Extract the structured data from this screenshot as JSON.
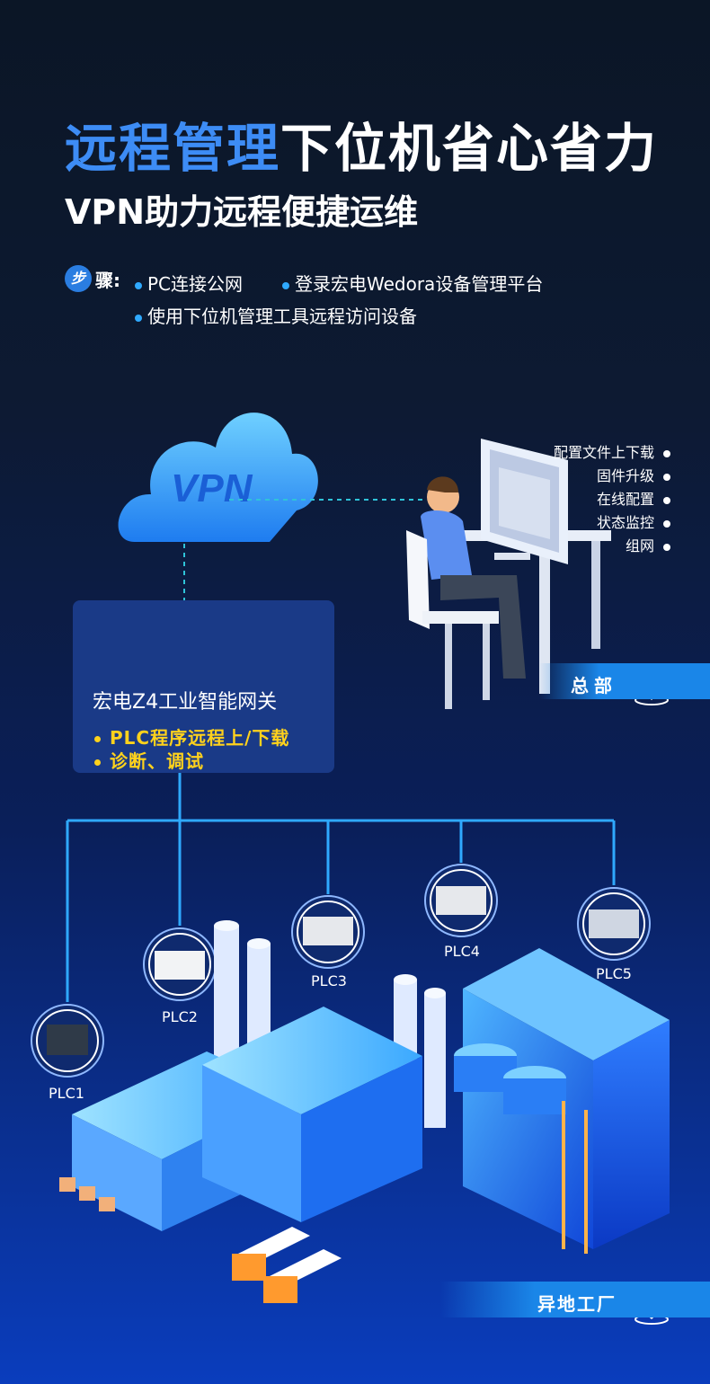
{
  "headline": {
    "highlight": "远程管理",
    "rest": "下位机省心省力"
  },
  "subheadline": "VPN助力远程便捷运维",
  "steps": {
    "badge": "步",
    "label": "骤:",
    "items": [
      "PC连接公网",
      "登录宏电Wedora设备管理平台",
      "使用下位机管理工具远程访问设备"
    ]
  },
  "cloud_text": "VPN",
  "hq_features": [
    "配置文件上下载",
    "固件升级",
    "在线配置",
    "状态监控",
    "组网"
  ],
  "hq_banner": "总部",
  "gateway": {
    "name": "宏电Z4工业智能网关",
    "features": [
      "PLC程序远程上/下载",
      "诊断、调试"
    ]
  },
  "plcs": [
    "PLC1",
    "PLC2",
    "PLC3",
    "PLC4",
    "PLC5"
  ],
  "factory_banner": "异地工厂",
  "colors": {
    "accent_blue": "#3d8cf5",
    "feature_yellow": "#ffd21c",
    "banner_blue": "#1a86e8",
    "gateway_panel": "#1a3a87"
  },
  "icons": [
    "location-pin-icon",
    "cloud-icon"
  ]
}
